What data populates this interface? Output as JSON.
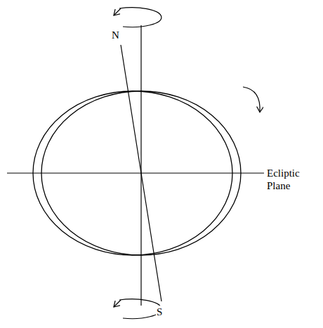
{
  "diagram": {
    "labels": [
      "N",
      "S",
      "Ecliptic Plane"
    ]
  }
}
